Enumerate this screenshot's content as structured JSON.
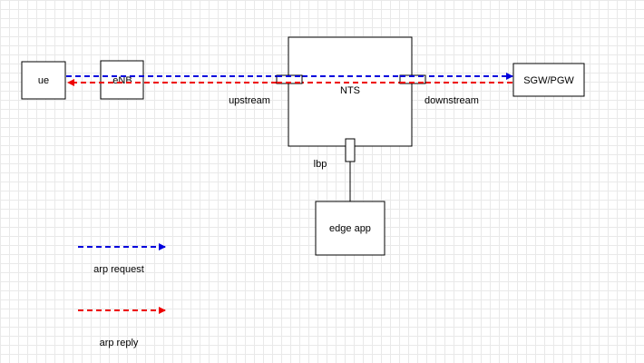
{
  "nodes": {
    "ue": "ue",
    "enb": "eNB",
    "nts": "NTS",
    "sgw": "SGW/PGW",
    "edge_app": "edge app"
  },
  "ports": {
    "upstream": "upstream",
    "downstream": "downstream",
    "lbp": "lbp"
  },
  "legend": {
    "request": "arp request",
    "reply": "arp reply"
  },
  "colors": {
    "request": "#0000dd",
    "reply": "#ee0000",
    "stroke": "#000000"
  }
}
